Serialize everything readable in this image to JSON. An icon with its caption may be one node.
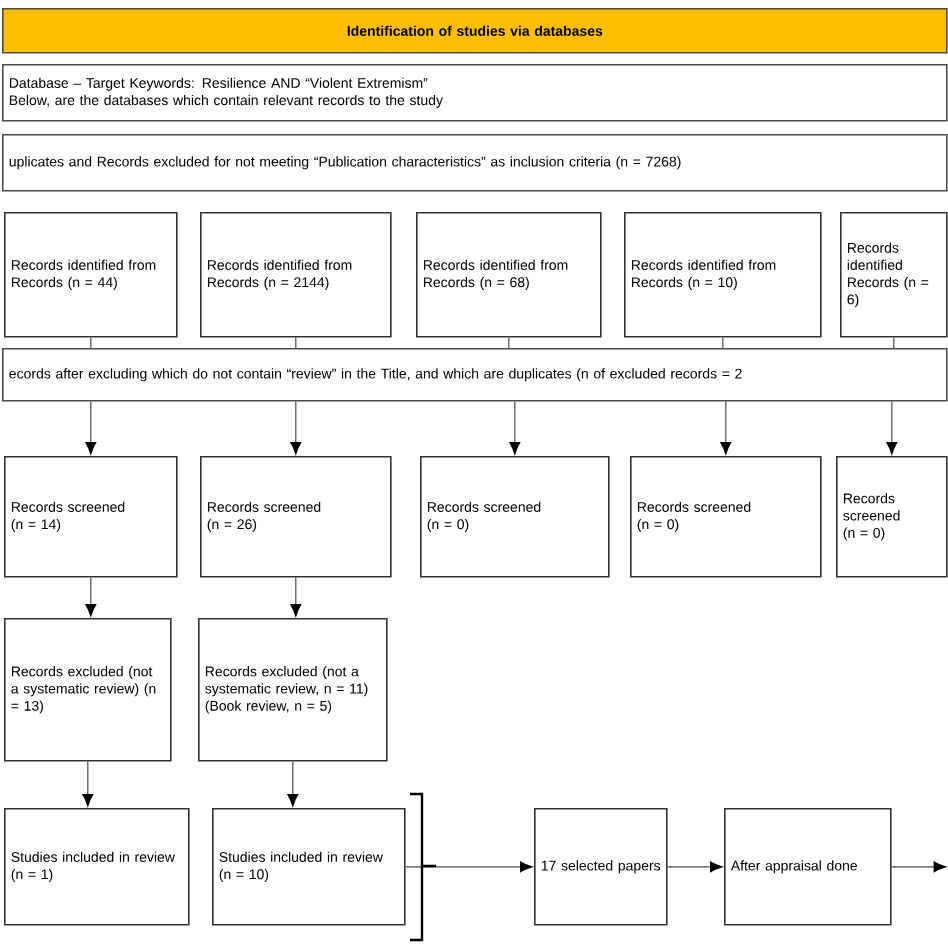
{
  "diagram": {
    "nodes": [
      {
        "text": [
          "Identification of studies via databases"
        ]
      },
      {
        "text": [
          "Database – Target Keywords: Resilience AND “Violent Extremism”",
          "Below, are the databases which contain relevant records to the study"
        ]
      },
      {
        "text": [
          "uplicates and Records excluded for not meeting “Publication characteristics” as inclusion criteria (n = 7268)"
        ]
      },
      {
        "text": [
          "Records identified from",
          "Records (n = 44)"
        ]
      },
      {
        "text": [
          "Records identified from",
          "Records (n = 2144)"
        ]
      },
      {
        "text": [
          "Records identified from",
          "Records (n = 68)"
        ]
      },
      {
        "text": [
          "Records identified from",
          "Records (n = 10)"
        ]
      },
      {
        "text": [
          "Records identified",
          "Records (n = 6)"
        ]
      },
      {
        "text": [
          "ecords after excluding which do not contain “review” in the Title, and which are duplicates (n of excluded records = 2"
        ]
      },
      {
        "text": [
          "Records screened",
          "(n = 14)"
        ]
      },
      {
        "text": [
          "Records screened",
          "(n = 26)"
        ]
      },
      {
        "text": [
          "Records screened",
          "(n = 0)"
        ]
      },
      {
        "text": [
          "Records screened",
          "(n = 0)"
        ]
      },
      {
        "text": [
          "Records screened",
          "(n = 0)"
        ]
      },
      {
        "text": [
          "Records excluded (not a systematic review) (n = 13)"
        ]
      },
      {
        "text": [
          "Records excluded (not a systematic review, n = 11) (Book review, n = 5)"
        ]
      },
      {
        "text": [
          "Studies included in review (n = 1)"
        ]
      },
      {
        "text": [
          "Studies included in review (n = 10)"
        ]
      },
      {
        "text": [
          "17 selected papers"
        ]
      },
      {
        "text": [
          "After appraisal done"
        ]
      }
    ],
    "edges": [
      {
        "from": 3,
        "to": 8,
        "arrow": "none"
      },
      {
        "from": 4,
        "to": 8,
        "arrow": "none"
      },
      {
        "from": 5,
        "to": 8,
        "arrow": "none"
      },
      {
        "from": 6,
        "to": 8,
        "arrow": "none"
      },
      {
        "from": 7,
        "to": 8,
        "arrow": "none"
      },
      {
        "from": 8,
        "to": 9,
        "arrow": "to"
      },
      {
        "from": 8,
        "to": 10,
        "arrow": "to"
      },
      {
        "from": 8,
        "to": 11,
        "arrow": "to"
      },
      {
        "from": 8,
        "to": 12,
        "arrow": "to"
      },
      {
        "from": 8,
        "to": 13,
        "arrow": "to"
      },
      {
        "from": 9,
        "to": 14,
        "arrow": "to"
      },
      {
        "from": 10,
        "to": 15,
        "arrow": "to"
      },
      {
        "from": 14,
        "to": 16,
        "arrow": "to"
      },
      {
        "from": 15,
        "to": 17,
        "arrow": "to"
      },
      {
        "from": 17,
        "to": 18,
        "arrow": "to"
      },
      {
        "from": 18,
        "to": 19,
        "arrow": "to"
      },
      {
        "from": 19,
        "to": null,
        "arrow": "to"
      }
    ]
  }
}
